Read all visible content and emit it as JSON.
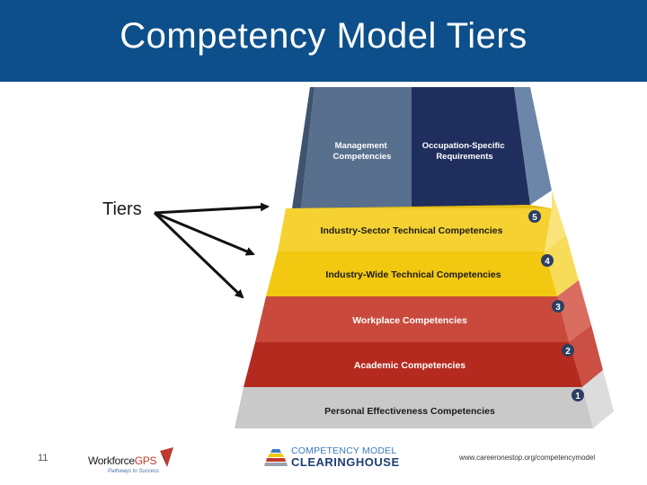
{
  "header": {
    "title": "Competency Model Tiers"
  },
  "annotation": {
    "label": "Tiers"
  },
  "pyramid": {
    "top": {
      "left_label": [
        "Management",
        "Competencies"
      ],
      "right_label": [
        "Occupation-Specific",
        "Requirements"
      ]
    },
    "tiers": [
      {
        "number": "5",
        "label": "Industry-Sector Technical Competencies"
      },
      {
        "number": "4",
        "label": "Industry-Wide Technical Competencies"
      },
      {
        "number": "3",
        "label": "Workplace Competencies"
      },
      {
        "number": "2",
        "label": "Academic Competencies"
      },
      {
        "number": "1",
        "label": "Personal Effectiveness Competencies"
      }
    ]
  },
  "footer": {
    "slide_number": "11",
    "workforce_logo": {
      "name_a": "Workforce",
      "name_b": "GPS",
      "tagline": "Pathways to Success"
    },
    "clearinghouse_logo": {
      "line1": "COMPETENCY MODEL",
      "line2": "CLEARINGHOUSE"
    },
    "url": "www.careeronestop.org/competencymodel"
  },
  "colors": {
    "title_bar": "#0d4f8b",
    "top_left": "#586f8d",
    "top_right": "#1f2e5c",
    "yellow_tier": "#f5d232",
    "red_tier": "#c0392b",
    "gray_tier": "#c9c9c9",
    "badge": "#2c3e63"
  }
}
